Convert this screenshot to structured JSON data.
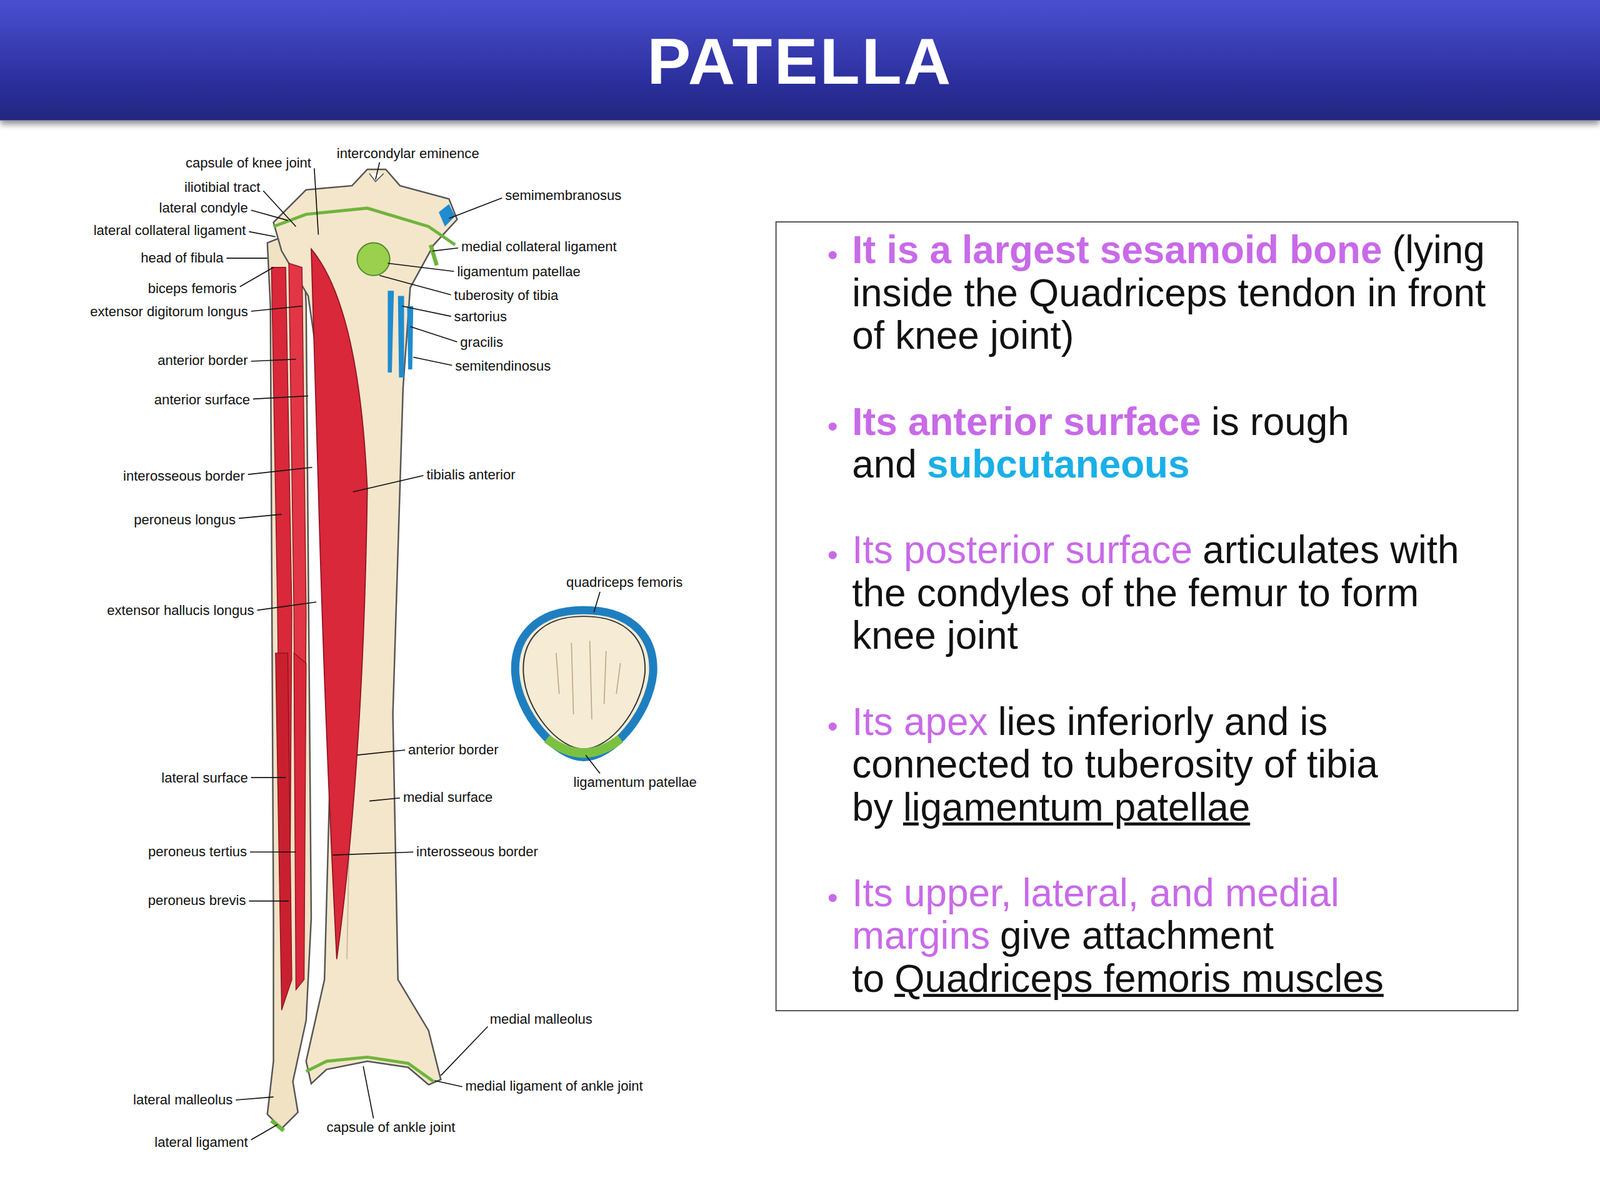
{
  "diagram": {
    "title": "PATELLA",
    "nodes": [
      {
        "text": [
          "It is a largest sesamoid bone",
          "(lying inside the Quadriceps tendon in front of knee joint)",
          "Its anterior surface",
          "is rough and",
          "subcutaneous",
          "Its posterior surface",
          "articulates with the condyles of the femur to form knee joint",
          "Its apex",
          "lies inferiorly and is connected to tuberosity of tibia by",
          "ligamentum patellae",
          "Its upper, lateral, and medial margins",
          "give attachment to",
          "Quadriceps femoris muscles"
        ]
      }
    ],
    "labels": [
      "capsule of knee joint",
      "intercondylar eminence",
      "iliotibial tract",
      "lateral condyle",
      "semimembranosus",
      "lateral collateral ligament",
      "medial collateral ligament",
      "head of fibula",
      "ligamentum patellae",
      "biceps femoris",
      "tuberosity of tibia",
      "extensor digitorum longus",
      "sartorius",
      "gracilis",
      "anterior border",
      "semitendinosus",
      "anterior surface",
      "interosseous border",
      "tibialis anterior",
      "peroneus longus",
      "quadriceps femoris",
      "extensor hallucis longus",
      "anterior border",
      "lateral surface",
      "ligamentum patellae",
      "medial surface",
      "peroneus tertius",
      "interosseous border",
      "peroneus brevis",
      "medial malleolus",
      "medial ligament of ankle joint",
      "lateral malleolus",
      "capsule of ankle joint",
      "lateral ligament"
    ]
  }
}
